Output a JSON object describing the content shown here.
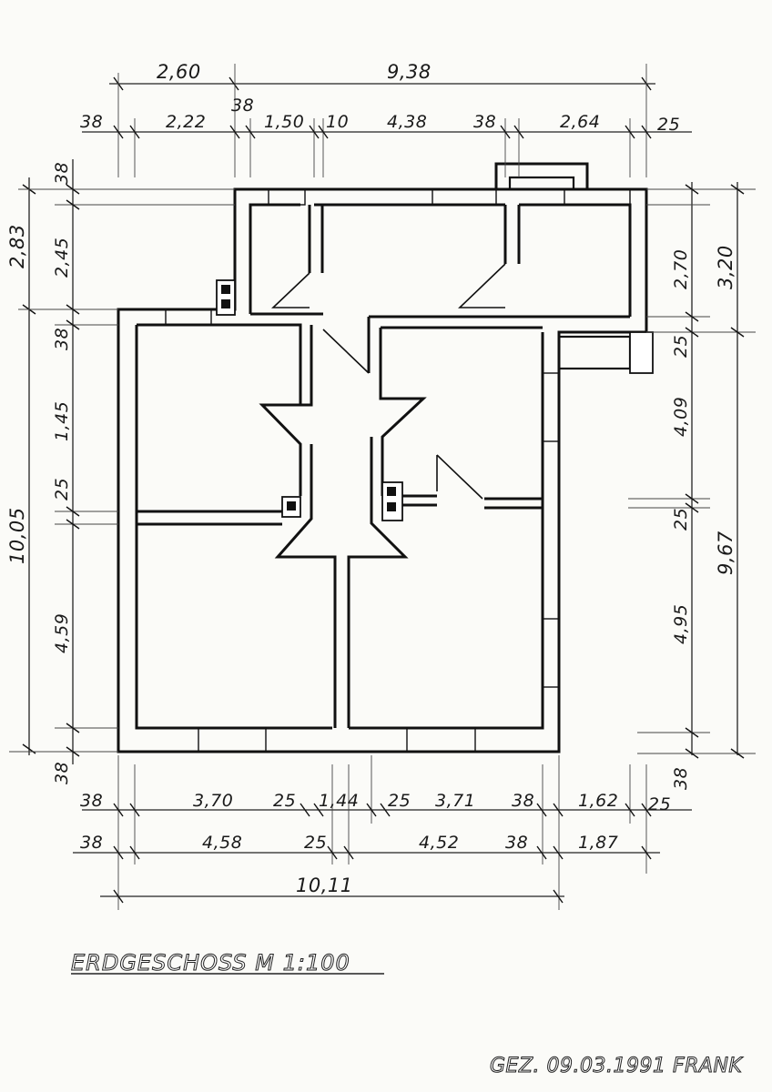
{
  "dimensions": {
    "top_row1": {
      "left": "2,60",
      "right": "9,38"
    },
    "top_row2": {
      "a": "38",
      "b": "2,22",
      "c": "38",
      "d": "1,50",
      "e": "10",
      "f": "4,38",
      "g": "38",
      "h": "2,64",
      "i": "25"
    },
    "left_outer": {
      "top": "2,83",
      "main": "10,05"
    },
    "left_inner": {
      "a": "38",
      "b": "2,45",
      "c": "38",
      "d": "1,45",
      "e": "25",
      "f": "4,59",
      "g": "38"
    },
    "right_outer": {
      "top": "3,20",
      "main": "9,67"
    },
    "right_inner": {
      "a": "2,70",
      "b": "25",
      "c": "4,09",
      "d": "25",
      "e": "4,95",
      "f": "38"
    },
    "bottom_row1": {
      "a": "38",
      "b": "3,70",
      "c": "25",
      "d": "1,44",
      "e": "25",
      "f": "3,71",
      "g": "38",
      "h": "1,62",
      "i": "25"
    },
    "bottom_row2": {
      "a": "38",
      "b": "4,58",
      "c": "25",
      "d": "4,52",
      "e": "38",
      "f": "1,87"
    },
    "bottom_total": "10,11"
  },
  "title": "ERDGESCHOSS   M 1:100",
  "signature": "GEZ. 09.03.1991 FRANK"
}
